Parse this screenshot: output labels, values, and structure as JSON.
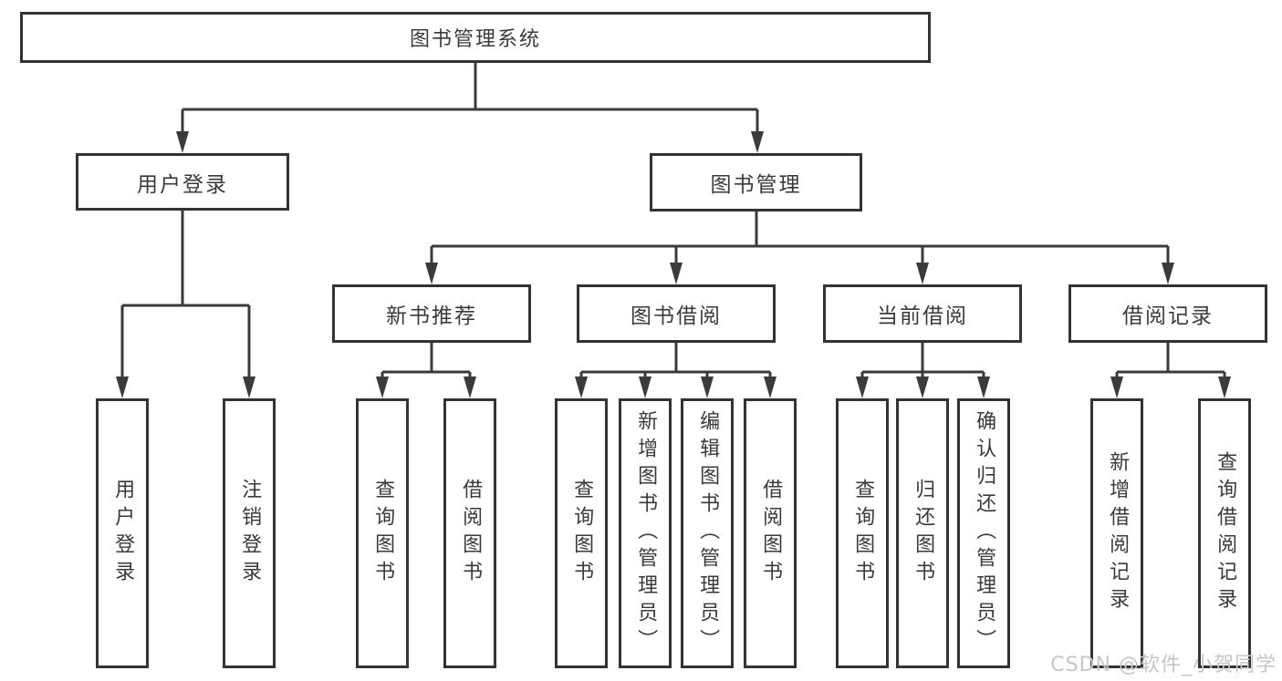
{
  "chart": {
    "root": {
      "label": "图书管理系统"
    },
    "branches": [
      {
        "label": "用户登录",
        "children": [
          {
            "label": "用户登录"
          },
          {
            "label": "注销登录"
          }
        ]
      },
      {
        "label": "图书管理",
        "groups": [
          {
            "label": "新书推荐",
            "children": [
              {
                "label": "查询图书"
              },
              {
                "label": "借阅图书"
              }
            ]
          },
          {
            "label": "图书借阅",
            "children": [
              {
                "label": "查询图书"
              },
              {
                "label": "新增图书（管理员）"
              },
              {
                "label": "编辑图书（管理员）"
              },
              {
                "label": "借阅图书"
              }
            ]
          },
          {
            "label": "当前借阅",
            "children": [
              {
                "label": "查询图书"
              },
              {
                "label": "归还图书"
              },
              {
                "label": "确认归还（管理员）"
              }
            ]
          },
          {
            "label": "借阅记录",
            "children": [
              {
                "label": "新增借阅记录"
              },
              {
                "label": "查询借阅记录"
              }
            ]
          }
        ]
      }
    ]
  },
  "watermark": {
    "text": "CSDN @软件_小贺同学"
  },
  "colors": {
    "line": "#3b3b3b",
    "box_border": "#333333",
    "text": "#3a3a3a",
    "background": "#ffffff",
    "watermark": "#c6c6c6"
  }
}
